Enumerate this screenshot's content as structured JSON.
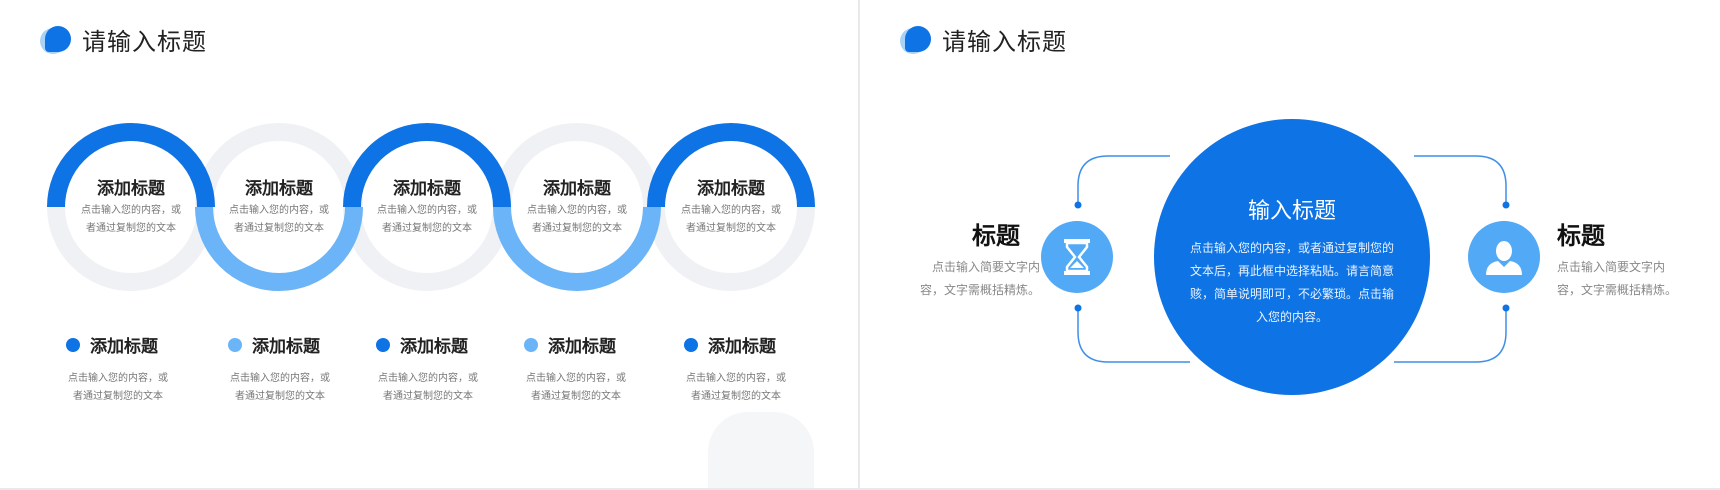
{
  "left_slide": {
    "title": "请输入标题",
    "rings": [
      {
        "title": "添加标题",
        "desc1": "点击输入您的内容，或",
        "desc2": "者通过复制您的文本"
      },
      {
        "title": "添加标题",
        "desc1": "点击输入您的内容，或",
        "desc2": "者通过复制您的文本"
      },
      {
        "title": "添加标题",
        "desc1": "点击输入您的内容，或",
        "desc2": "者通过复制您的文本"
      },
      {
        "title": "添加标题",
        "desc1": "点击输入您的内容，或",
        "desc2": "者通过复制您的文本"
      },
      {
        "title": "添加标题",
        "desc1": "点击输入您的内容，或",
        "desc2": "者通过复制您的文本"
      }
    ],
    "items": [
      {
        "label": "添加标题",
        "desc1": "点击输入您的内容，或",
        "desc2": "者通过复制您的文本"
      },
      {
        "label": "添加标题",
        "desc1": "点击输入您的内容，或",
        "desc2": "者通过复制您的文本"
      },
      {
        "label": "添加标题",
        "desc1": "点击输入您的内容，或",
        "desc2": "者通过复制您的文本"
      },
      {
        "label": "添加标题",
        "desc1": "点击输入您的内容，或",
        "desc2": "者通过复制您的文本"
      },
      {
        "label": "添加标题",
        "desc1": "点击输入您的内容，或",
        "desc2": "者通过复制您的文本"
      }
    ]
  },
  "right_slide": {
    "title": "请输入标题",
    "center_title": "输入标题",
    "center_desc": "点击输入您的内容，或者通过复制您的文本后，再此框中选择粘贴。请言简意赅，简单说明即可，不必繁琐。点击输入您的内容。",
    "left_title": "标题",
    "left_desc": "点击输入简要文字内容，文字需概括精炼。",
    "right_title": "标题",
    "right_desc": "点击输入简要文字内容，文字需概括精炼。",
    "left_icon": "hourglass-icon",
    "right_icon": "user-icon"
  },
  "colors": {
    "primary": "#0e73e4",
    "light": "#6ab4f7",
    "pale": "#a8d3f7",
    "gray_ring": "#f0f1f4"
  }
}
